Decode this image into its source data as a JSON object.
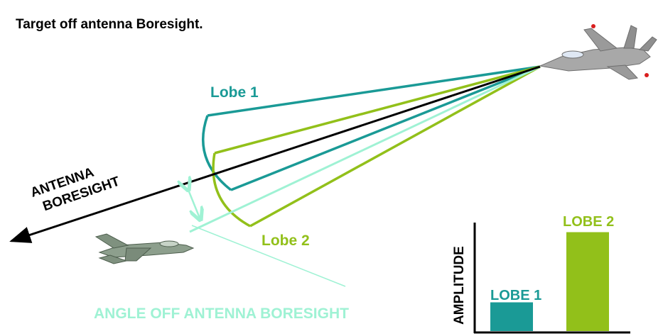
{
  "title": "Target off antenna Boresight.",
  "lobe1_label": "Lobe 1",
  "lobe2_label": "Lobe 2",
  "boresight_label_line1": "ANTENNA",
  "boresight_label_line2": "BORESIGHT",
  "angle_label": "ANGLE OFF ANTENNA BORESIGHT",
  "amplitude_chart": {
    "ylabel": "AMPLITUDE",
    "bars": [
      {
        "label": "LOBE 1",
        "relative_amplitude": 0.27,
        "color": "#1a9a96"
      },
      {
        "label": "LOBE 2",
        "relative_amplitude": 0.93,
        "color": "#92c01a"
      }
    ]
  },
  "colors": {
    "lobe1": "#1a9a96",
    "lobe2": "#92c01a",
    "angle": "#9ff2d4",
    "boresight": "#000000"
  }
}
